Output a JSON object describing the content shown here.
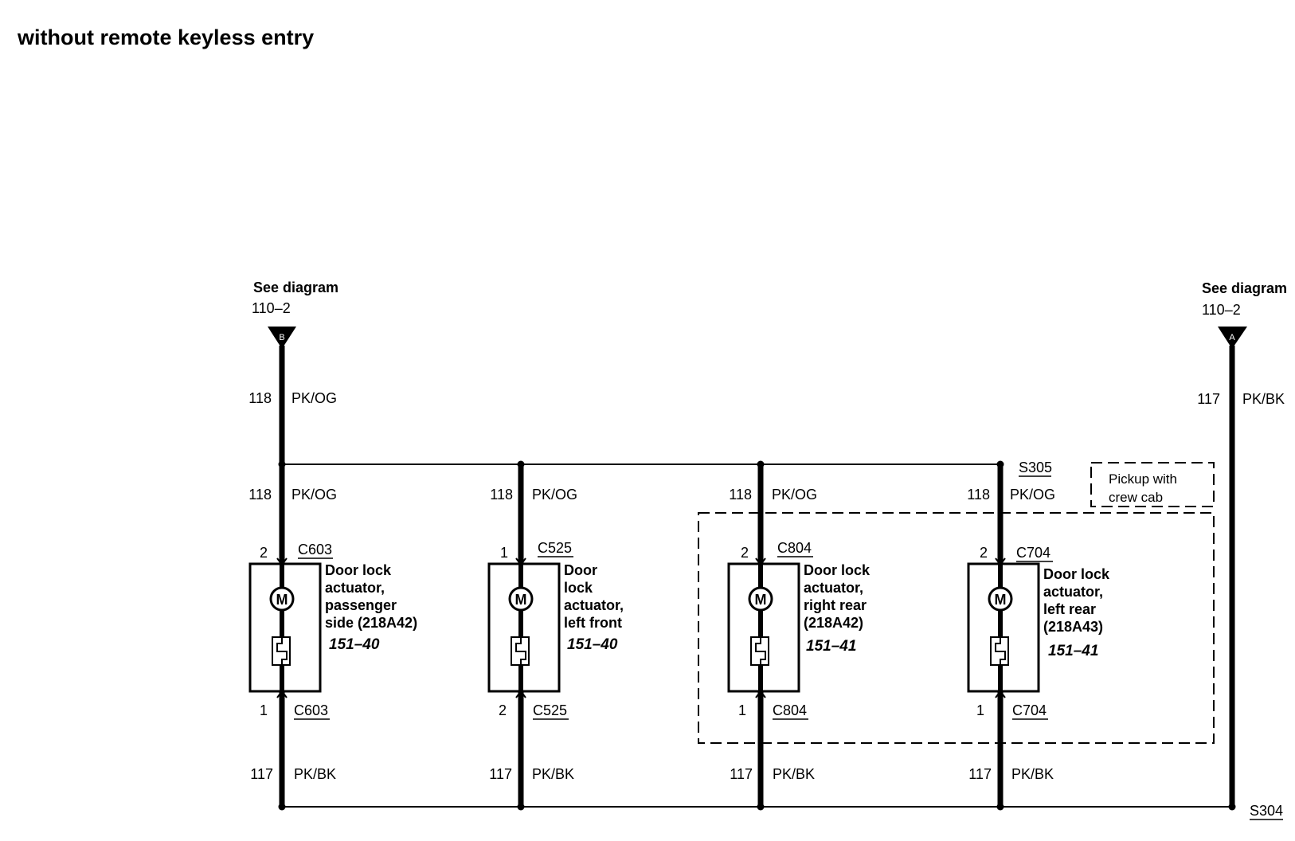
{
  "title": "without remote keyless entry",
  "refs": {
    "left": {
      "line1": "See diagram",
      "line2": "110–2",
      "letter": "B"
    },
    "right": {
      "line1": "See diagram",
      "line2": "110–2",
      "letter": "A"
    }
  },
  "feed": {
    "left": {
      "num": "118",
      "color": "PK/OG"
    },
    "right": {
      "num": "117",
      "color": "PK/BK"
    }
  },
  "splices": {
    "top": "S305",
    "bottom": "S304"
  },
  "option_label": {
    "line1": "Pickup with",
    "line2": "crew cab"
  },
  "actuators": [
    {
      "wire_top": {
        "num": "118",
        "color": "PK/OG"
      },
      "pin_top": "2",
      "conn_top": "C603",
      "name": [
        "Door lock",
        "actuator,",
        "passenger",
        "side (218A42)"
      ],
      "ref": "151–40",
      "pin_bottom": "1",
      "conn_bottom": "C603",
      "wire_bottom": {
        "num": "117",
        "color": "PK/BK"
      }
    },
    {
      "wire_top": {
        "num": "118",
        "color": "PK/OG"
      },
      "pin_top": "1",
      "conn_top": "C525",
      "name": [
        "Door",
        "lock",
        "actuator,",
        "left front"
      ],
      "ref": "151–40",
      "pin_bottom": "2",
      "conn_bottom": "C525",
      "wire_bottom": {
        "num": "117",
        "color": "PK/BK"
      }
    },
    {
      "wire_top": {
        "num": "118",
        "color": "PK/OG"
      },
      "pin_top": "2",
      "conn_top": "C804",
      "name": [
        "Door lock",
        "actuator,",
        "right rear",
        "(218A42)"
      ],
      "ref": "151–41",
      "pin_bottom": "1",
      "conn_bottom": "C804",
      "wire_bottom": {
        "num": "117",
        "color": "PK/BK"
      }
    },
    {
      "wire_top": {
        "num": "118",
        "color": "PK/OG"
      },
      "pin_top": "2",
      "conn_top": "C704",
      "name": [
        "Door lock",
        "actuator,",
        "left rear",
        "(218A43)"
      ],
      "ref": "151–41",
      "pin_bottom": "1",
      "conn_bottom": "C704",
      "wire_bottom": {
        "num": "117",
        "color": "PK/BK"
      }
    }
  ]
}
